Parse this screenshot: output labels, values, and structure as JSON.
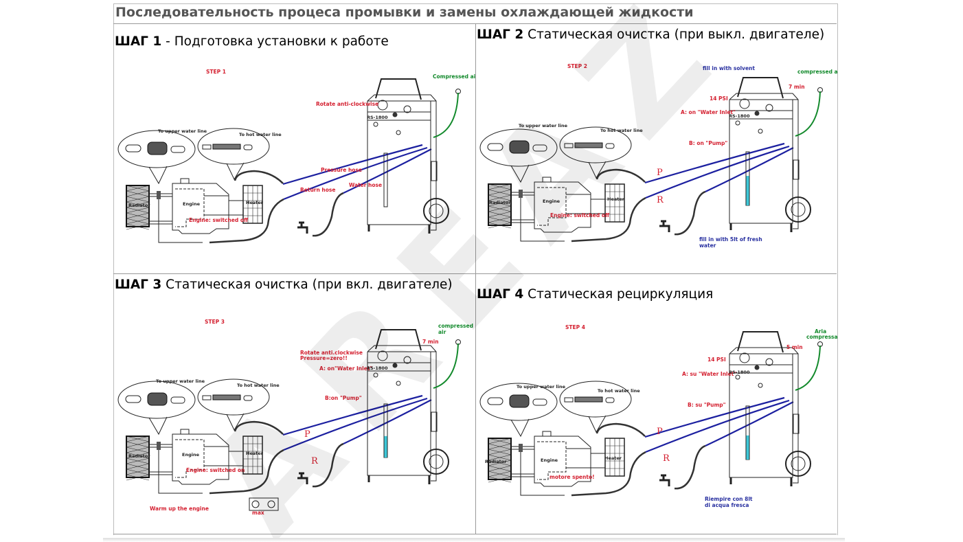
{
  "document": {
    "title": "Последовательность процеса промывки и замены охлаждающей жидкости",
    "watermark": "AREAZ"
  },
  "colors": {
    "label_red": "#d42030",
    "hose_blue": "#1c20a0",
    "air_green": "#138a2c",
    "fluid_cyan": "#3ec8d8",
    "note_blue": "#2830a0"
  },
  "panels": [
    {
      "step_bold": "ШАГ 1",
      "step_text": " - Подготовка установки к работе",
      "labels": [
        {
          "text": "STEP 1",
          "color": "red"
        },
        {
          "text": "To upper water line",
          "color": "black"
        },
        {
          "text": "To hot water line",
          "color": "black"
        },
        {
          "text": "Radiator",
          "color": "black"
        },
        {
          "text": "Engine",
          "color": "black"
        },
        {
          "text": "Heater",
          "color": "black"
        },
        {
          "text": "Compressed air",
          "color": "green"
        },
        {
          "text": "Rotate anti-clockwise",
          "color": "red"
        },
        {
          "text": "Pressure hose",
          "color": "red"
        },
        {
          "text": "Return hose",
          "color": "red"
        },
        {
          "text": "Water hose",
          "color": "red"
        },
        {
          "text": "Engine: switched off",
          "color": "red"
        },
        {
          "text": "RS-1800",
          "color": "black"
        }
      ],
      "cylinder_fill": 0
    },
    {
      "step_bold": "ШАГ 2",
      "step_text": " Статическая очистка (при выкл. двигателе)",
      "labels": [
        {
          "text": "STEP 2",
          "color": "red"
        },
        {
          "text": "To upper water line",
          "color": "black"
        },
        {
          "text": "To hot water line",
          "color": "black"
        },
        {
          "text": "Radiator",
          "color": "black"
        },
        {
          "text": "Engine",
          "color": "black"
        },
        {
          "text": "Heater",
          "color": "black"
        },
        {
          "text": "compressed air",
          "color": "green"
        },
        {
          "text": "fill in with solvent",
          "color": "blue"
        },
        {
          "text": "7 min",
          "color": "red"
        },
        {
          "text": "14 PSI",
          "color": "red"
        },
        {
          "text": "A: on \"Water Inlet\"",
          "color": "red"
        },
        {
          "text": "B: on \"Pump\"",
          "color": "red"
        },
        {
          "text": "P",
          "color": "serif"
        },
        {
          "text": "R",
          "color": "serif"
        },
        {
          "text": "Engine: switched off",
          "color": "red"
        },
        {
          "text": "fill in with 5lt of fresh",
          "color": "blue"
        },
        {
          "text": "water",
          "color": "blue"
        },
        {
          "text": "RS-1800",
          "color": "black"
        }
      ],
      "cylinder_fill": 0.55
    },
    {
      "step_bold": "ШАГ 3",
      "step_text": " Статическая очистка (при вкл. двигателе)",
      "labels": [
        {
          "text": "STEP 3",
          "color": "red"
        },
        {
          "text": "To upper water line",
          "color": "black"
        },
        {
          "text": "To hot water line",
          "color": "black"
        },
        {
          "text": "Radiator",
          "color": "black"
        },
        {
          "text": "Engine",
          "color": "black"
        },
        {
          "text": "Heater",
          "color": "black"
        },
        {
          "text": "compressed",
          "color": "green"
        },
        {
          "text": "air",
          "color": "green"
        },
        {
          "text": "7 min",
          "color": "red"
        },
        {
          "text": "Rotate anti.clockwise",
          "color": "red"
        },
        {
          "text": "Pressure=zero!!",
          "color": "red"
        },
        {
          "text": "A: on\"Water Inlet\"",
          "color": "red"
        },
        {
          "text": "B:on \"Pump\"",
          "color": "red"
        },
        {
          "text": "P",
          "color": "serif"
        },
        {
          "text": "R",
          "color": "serif"
        },
        {
          "text": "Engine: switched on",
          "color": "red"
        },
        {
          "text": "Warm up the engine",
          "color": "red"
        },
        {
          "text": "max",
          "color": "red"
        },
        {
          "text": "RS-1800",
          "color": "black"
        }
      ],
      "cylinder_fill": 0.4
    },
    {
      "step_bold": "ШАГ 4",
      "step_text": " Статическая рециркуляция",
      "labels": [
        {
          "text": "STEP 4",
          "color": "red"
        },
        {
          "text": "To upper water line",
          "color": "black"
        },
        {
          "text": "To hot water line",
          "color": "black"
        },
        {
          "text": "Radiator",
          "color": "black"
        },
        {
          "text": "Engine",
          "color": "black"
        },
        {
          "text": "Heater",
          "color": "black"
        },
        {
          "text": "Aria",
          "color": "green"
        },
        {
          "text": "compressa",
          "color": "green"
        },
        {
          "text": "5 min",
          "color": "red"
        },
        {
          "text": "14 PSI",
          "color": "red"
        },
        {
          "text": "A: su \"Water Inlet\"",
          "color": "red"
        },
        {
          "text": "B: su \"Pump\"",
          "color": "red"
        },
        {
          "text": "P",
          "color": "serif"
        },
        {
          "text": "R",
          "color": "serif"
        },
        {
          "text": "motore spento!",
          "color": "red"
        },
        {
          "text": "Riempire con 8lt",
          "color": "blue"
        },
        {
          "text": "di acqua fresca",
          "color": "blue"
        },
        {
          "text": "RS-1800",
          "color": "black"
        }
      ],
      "cylinder_fill": 0.45
    }
  ]
}
